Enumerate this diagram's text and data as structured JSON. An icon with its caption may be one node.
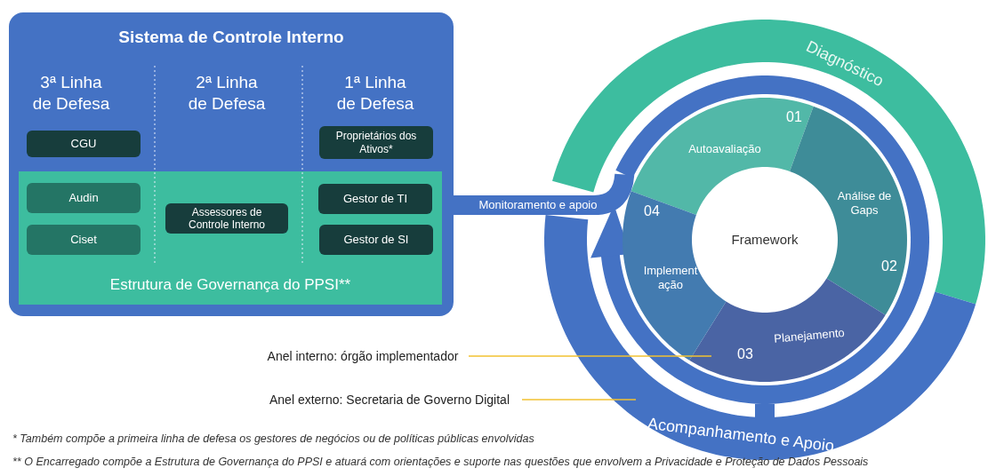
{
  "diagram": {
    "nodes": [
      {
        "text": [
          "Sistema de Controle Interno"
        ]
      },
      {
        "text": [
          "CGU"
        ],
        "in": 0
      },
      {
        "text": [
          "Proprietários dos Ativos*"
        ],
        "in": 0
      },
      {
        "text": [
          "Estrutura de Governança do PPSI**"
        ],
        "in": 0
      },
      {
        "text": [
          "Audin"
        ],
        "in": 3
      },
      {
        "text": [
          "Ciset"
        ],
        "in": 3
      },
      {
        "text": [
          "Assessores de Controle Interno"
        ],
        "in": 3
      },
      {
        "text": [
          "Gestor de TI"
        ],
        "in": 3
      },
      {
        "text": [
          "Gestor de SI"
        ],
        "in": 3
      },
      {
        "text": [
          "Diagnóstico"
        ]
      },
      {
        "text": [
          "Acompanhamento e Apoio"
        ]
      },
      {
        "text": [],
        "shape": "circle"
      },
      {
        "text": [
          "01",
          "Autoavaliação"
        ]
      },
      {
        "text": [
          "Análise de Gaps",
          "02"
        ]
      },
      {
        "text": [
          "Planejamento",
          "03"
        ]
      },
      {
        "text": [
          "04",
          "Implement ação"
        ]
      },
      {
        "text": [
          "Framework"
        ]
      },
      {
        "text": [
          "Anel interno: órgão implementador"
        ]
      },
      {
        "text": [
          "Anel externo: Secretaria de Governo Digital"
        ]
      }
    ],
    "edges": [
      {
        "from": 0,
        "to": 11,
        "arrow": "none",
        "label": "Monitoramento e apoio",
        "style": "thick"
      },
      {
        "from": 11,
        "to": 10,
        "arrow": "none",
        "style": "thick"
      },
      {
        "from": 17,
        "to": 11,
        "arrow": "none",
        "color": "#f2c230"
      },
      {
        "from": 18,
        "to": 10,
        "arrow": "none",
        "color": "#f2c230"
      }
    ],
    "labels": [
      "3ª Linha de Defesa",
      "2ª Linha de Defesa",
      "1ª Linha de Defesa",
      "* Também compõe a primeira linha de defesa os gestores de negócios ou de políticas públicas envolvidas",
      "** O Encarregado compõe a Estrutura de Governança do PPSI e atuará com orientações e suporte nas questões que envolvem a Privacidade e Proteção de Dados Pessoais"
    ]
  }
}
